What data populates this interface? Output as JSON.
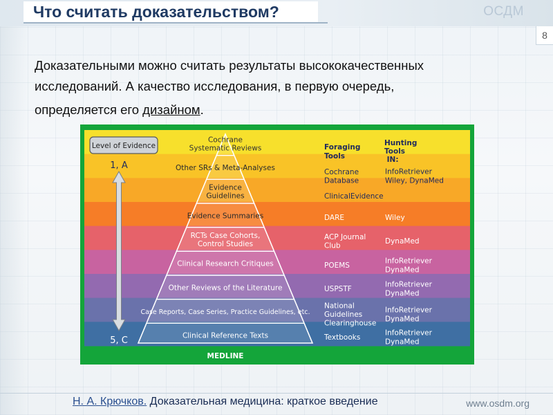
{
  "slide": {
    "title": "Что считать доказательством?",
    "brand": "ОСДМ",
    "page_number": "8",
    "body_line1": "Доказательными можно считать результаты высококачественных",
    "body_line2": "исследований. А качество исследования, в первую очередь,",
    "body_line3_prefix": "определяется его ",
    "body_line3_emphasis": "дизайном",
    "body_line3_suffix": "."
  },
  "footer": {
    "author": "Н. А. Крючков.",
    "subtitle": " Доказательная  медицина:  краткое введение",
    "site": "www.osdm.org"
  },
  "diagram": {
    "level_label": "Level of Evidence",
    "top_marker": "1, A",
    "bottom_marker": "5, C",
    "base_label": "MEDLINE",
    "col_foraging": "Foraging\nTools",
    "col_hunting": "Hunting\nTools\n IN:",
    "band_colors": [
      "#f7e02c",
      "#f9c327",
      "#f8a827",
      "#f67d27",
      "#e6626a",
      "#c863a0",
      "#936ab0",
      "#6a72ab",
      "#3f6fa3"
    ],
    "levels": [
      {
        "label": "Cochrane\nSystematic Reviews",
        "foraging": "",
        "hunting": ""
      },
      {
        "label": "Other SRs & Meta-Analyses",
        "foraging": "Cochrane\nDatabase",
        "hunting": "InfoRetriever\nWiley, DynaMed"
      },
      {
        "label": "Evidence\nGuidelines",
        "foraging": "ClinicalEvidence",
        "hunting": ""
      },
      {
        "label": "Evidence Summaries",
        "foraging": "DARE",
        "hunting": "Wiley"
      },
      {
        "label": "RCTs Case Cohorts,\nControl Studies",
        "foraging": "ACP Journal\nClub",
        "hunting": "DynaMed"
      },
      {
        "label": "Clinical Research Critiques",
        "foraging": "POEMS",
        "hunting": "InfoRetriever\nDynaMed"
      },
      {
        "label": "Other Reviews of the Literature",
        "foraging": "USPSTF",
        "hunting": "InfoRetriever\nDynaMed"
      },
      {
        "label": "Case Reports, Case Series, Practice Guidelines, etc.",
        "foraging": "National\nGuidelines\nClearinghouse",
        "hunting": "InfoRetriever\nDynaMed"
      },
      {
        "label": "Clinical Reference Texts",
        "foraging": "Textbooks",
        "hunting": "InfoRetriever\nDynaMed"
      }
    ]
  }
}
